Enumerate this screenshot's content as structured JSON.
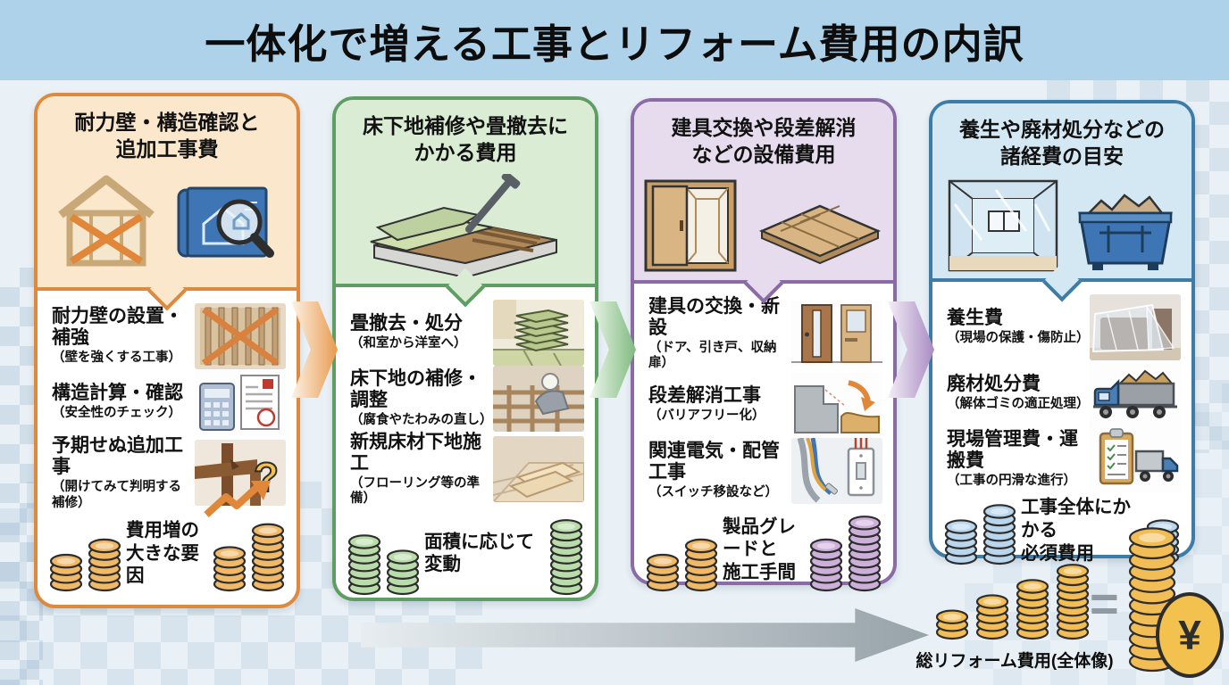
{
  "title": "一体化で増える工事とリフォーム費用の内訳",
  "columns": [
    {
      "header": "耐力壁・構造確認と\n追加工事費",
      "items": [
        {
          "label": "耐力壁の設置・補強",
          "note": "（壁を強くする工事）"
        },
        {
          "label": "構造計算・確認",
          "note": "（安全性のチェック）"
        },
        {
          "label": "予期せぬ追加工事",
          "note": "（開けてみて判明する補修）"
        }
      ],
      "footer": "費用増の\n大きな要因"
    },
    {
      "header": "床下地補修や畳撤去に\nかかる費用",
      "items": [
        {
          "label": "畳撤去・処分",
          "note": "（和室から洋室へ）"
        },
        {
          "label": "床下地の補修・調整",
          "note": "（腐食やたわみの直し）"
        },
        {
          "label": "新規床材下地施工",
          "note": "（フローリング等の準備）"
        }
      ],
      "footer": "面積に応じて変動"
    },
    {
      "header": "建具交換や段差解消\nなどの設備費用",
      "items": [
        {
          "label": "建具の交換・新設",
          "note": "（ドア、引き戸、収納扉）"
        },
        {
          "label": "段差解消工事",
          "note": "（バリアフリー化）"
        },
        {
          "label": "関連電気・配管工事",
          "note": "（スイッチ移設など）"
        }
      ],
      "footer": "製品グレードと\n施工手間"
    },
    {
      "header": "養生や廃材処分などの\n諸経費の目安",
      "items": [
        {
          "label": "養生費",
          "note": "（現場の保護・傷防止）"
        },
        {
          "label": "廃材処分費",
          "note": "（解体ゴミの適正処理）"
        },
        {
          "label": "現場管理費・運搬費",
          "note": "（工事の円滑な進行）"
        }
      ],
      "footer": "工事全体にかかる\n必須費用"
    }
  ],
  "bottom": {
    "total_label": "総リフォーム費用(全体像)",
    "equals": "=",
    "yen": "¥"
  },
  "colors": {
    "banner_bg": "#aed2ea",
    "background": "#eaf1f6",
    "column_accents": {
      "structure": "#dd8a3e",
      "floor": "#5f9e63",
      "fittings": "#8b6ba6",
      "misc": "#3e7ca8"
    },
    "header_fills": {
      "structure": "#fbe7cc",
      "floor": "#daecd4",
      "fittings": "#e6dcee",
      "misc": "#d4e8f4"
    },
    "coin_gold": "#f2bd55",
    "coin_green": "#b9dcaa",
    "coin_purple": "#cdb0da",
    "coin_blue": "#b9d6ec",
    "coin_tan": "#f0b968"
  }
}
